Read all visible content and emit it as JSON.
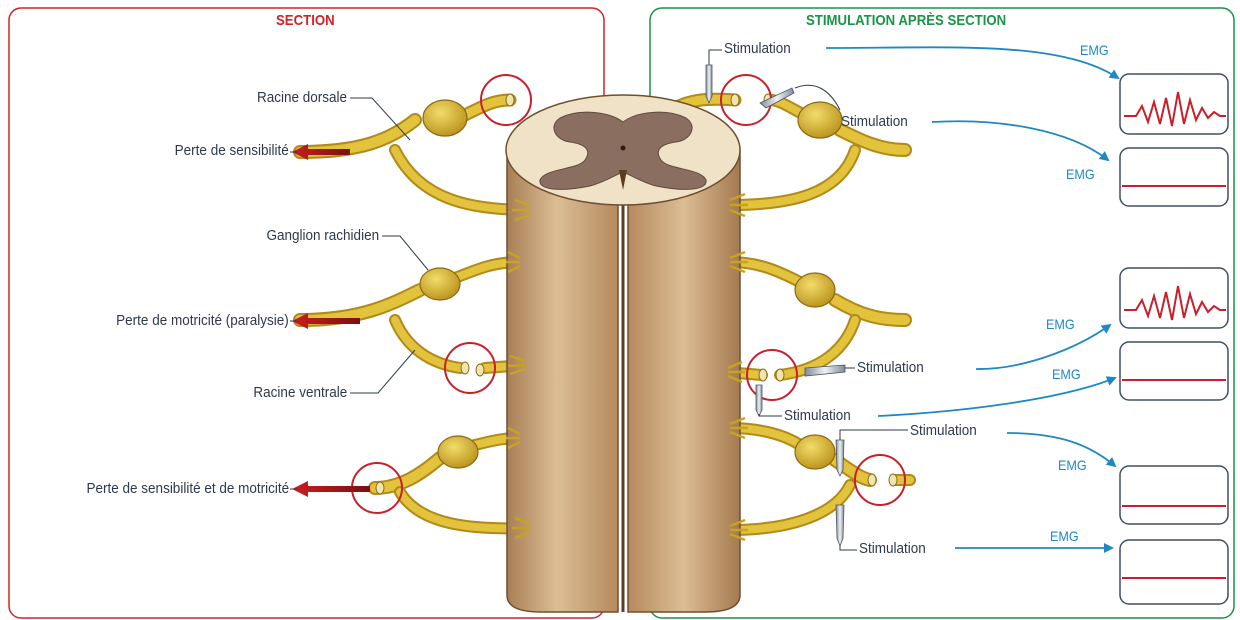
{
  "panels": {
    "left_title": "SECTION",
    "right_title": "STIMULATION APRÈS SECTION"
  },
  "labels": {
    "racine_dorsale": "Racine dorsale",
    "perte_sensibilite": "Perte de sensibilité",
    "ganglion_rachidien": "Ganglion rachidien",
    "perte_motricite": "Perte de motricité (paralysie)",
    "racine_ventrale": "Racine ventrale",
    "perte_sens_motricite": "Perte de sensibilité et de motricité"
  },
  "stimulations": [
    {
      "label": "Stimulation",
      "emg": "EMG",
      "response": true
    },
    {
      "label": "Stimulation",
      "emg": "EMG",
      "response": false
    },
    {
      "label": "Stimulation",
      "emg": "EMG",
      "response": true
    },
    {
      "label": "Stimulation",
      "emg": "EMG",
      "response": false
    },
    {
      "label": "Stimulation",
      "emg": "EMG",
      "response": false
    },
    {
      "label": "Stimulation",
      "emg": "EMG",
      "response": false
    }
  ],
  "colors": {
    "section_red": "#d2232a",
    "stimulation_green": "#1a9446",
    "emg_blue": "#1e88c5",
    "label_text": "#2c3a4b",
    "nerve_yellow": "#d9b42a",
    "cord_tan": "#c9a27a",
    "gray_matter": "#8a6e60",
    "arrow_red": "#b31b1b"
  }
}
